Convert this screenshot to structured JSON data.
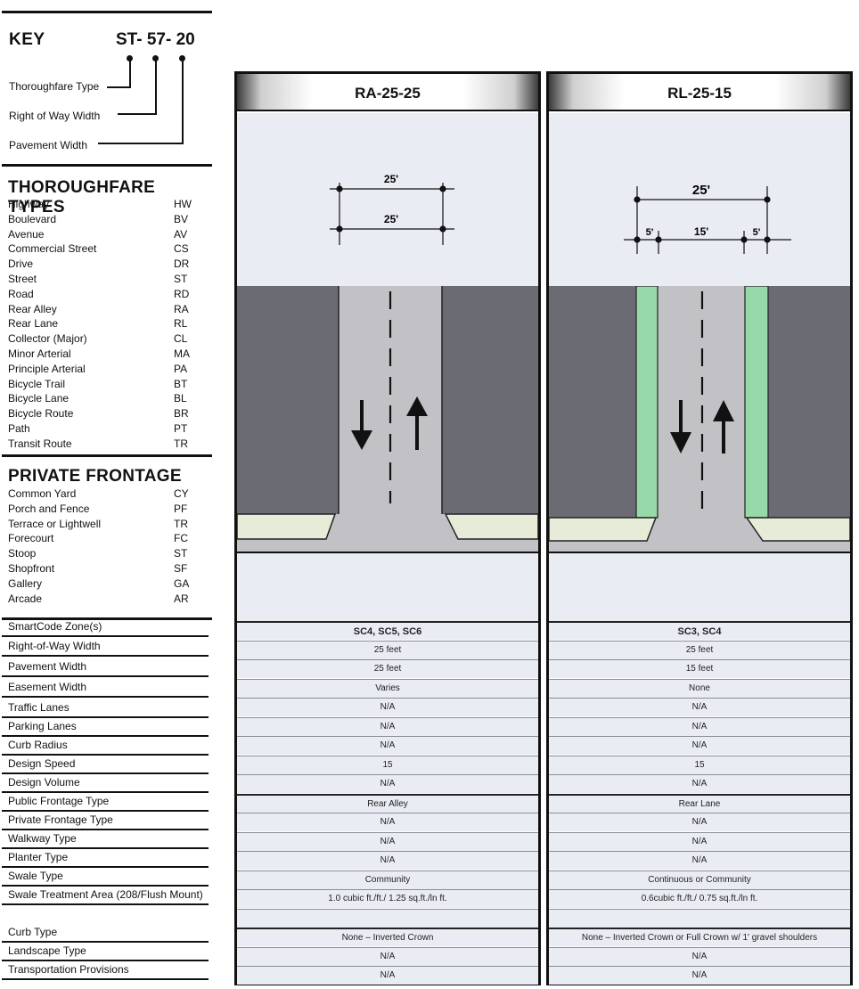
{
  "key": {
    "title": "KEY",
    "code": "ST- 57- 20",
    "labels": [
      "Thoroughfare Type",
      "Right of Way Width",
      "Pavement Width"
    ]
  },
  "thoroughfare_types": {
    "heading": "THOROUGHFARE TYPES",
    "items": [
      {
        "name": "Highway",
        "code": "HW"
      },
      {
        "name": "Boulevard",
        "code": "BV"
      },
      {
        "name": "Avenue",
        "code": "AV"
      },
      {
        "name": "Commercial Street",
        "code": "CS"
      },
      {
        "name": "Drive",
        "code": "DR"
      },
      {
        "name": "Street",
        "code": "ST"
      },
      {
        "name": "Road",
        "code": "RD"
      },
      {
        "name": "Rear Alley",
        "code": "RA"
      },
      {
        "name": "Rear Lane",
        "code": "RL"
      },
      {
        "name": "Collector (Major)",
        "code": "CL"
      },
      {
        "name": "Minor Arterial",
        "code": "MA"
      },
      {
        "name": "Principle Arterial",
        "code": "PA"
      },
      {
        "name": "Bicycle Trail",
        "code": "BT"
      },
      {
        "name": "Bicycle Lane",
        "code": "BL"
      },
      {
        "name": "Bicycle Route",
        "code": "BR"
      },
      {
        "name": "Path",
        "code": "PT"
      },
      {
        "name": "Transit Route",
        "code": "TR"
      }
    ]
  },
  "private_frontage": {
    "heading": "PRIVATE FRONTAGE",
    "items": [
      {
        "name": "Common Yard",
        "code": "CY"
      },
      {
        "name": "Porch and Fence",
        "code": "PF"
      },
      {
        "name": "Terrace or Lightwell",
        "code": "TR"
      },
      {
        "name": "Forecourt",
        "code": "FC"
      },
      {
        "name": "Stoop",
        "code": "ST"
      },
      {
        "name": "Shopfront",
        "code": "SF"
      },
      {
        "name": "Gallery",
        "code": "GA"
      },
      {
        "name": "Arcade",
        "code": "AR"
      }
    ]
  },
  "parameters": [
    "SmartCode Zone(s)",
    "Right-of-Way Width",
    "Pavement Width",
    "Easement Width",
    "Traffic Lanes",
    "Parking Lanes",
    "Curb Radius",
    "Design Speed",
    "Design Volume",
    "Public Frontage Type",
    "Private Frontage Type",
    "Walkway Type",
    "Planter Type",
    "Swale Type",
    "Swale Treatment Area (208/Flush Mount)",
    "Curb Type",
    "Landscape Type",
    "Transportation Provisions"
  ],
  "columns": [
    {
      "title": "RA-25-25",
      "dims": [
        "25'",
        "25'"
      ],
      "values": [
        "SC4, SC5, SC6",
        "25 feet",
        "25 feet",
        "Varies",
        "N/A",
        "N/A",
        "N/A",
        "15",
        "N/A",
        "Rear Alley",
        "N/A",
        "N/A",
        "N/A",
        "Community",
        "1.0 cubic ft./ft./ 1.25 sq.ft./ln ft.",
        "",
        "None – Inverted Crown",
        "N/A",
        "N/A"
      ]
    },
    {
      "title": "RL-25-15",
      "dims": [
        "25'",
        "5'",
        "15'",
        "5'"
      ],
      "values": [
        "SC3, SC4",
        "25 feet",
        "15 feet",
        "None",
        "N/A",
        "N/A",
        "N/A",
        "15",
        "N/A",
        "Rear Lane",
        "N/A",
        "N/A",
        "N/A",
        "Continuous or Community",
        "0.6cubic ft./ft./ 0.75 sq.ft./ln ft.",
        "",
        "None – Inverted Crown or Full Crown w/ 1' gravel shoulders",
        "N/A",
        "N/A"
      ]
    }
  ],
  "colors": {
    "building": "#6b6b73",
    "pavement": "#c2c2c6",
    "sidewalk": "#e6ecd8",
    "green_strip": "#97d9a9",
    "panel_bg": "#e9ecf3"
  }
}
